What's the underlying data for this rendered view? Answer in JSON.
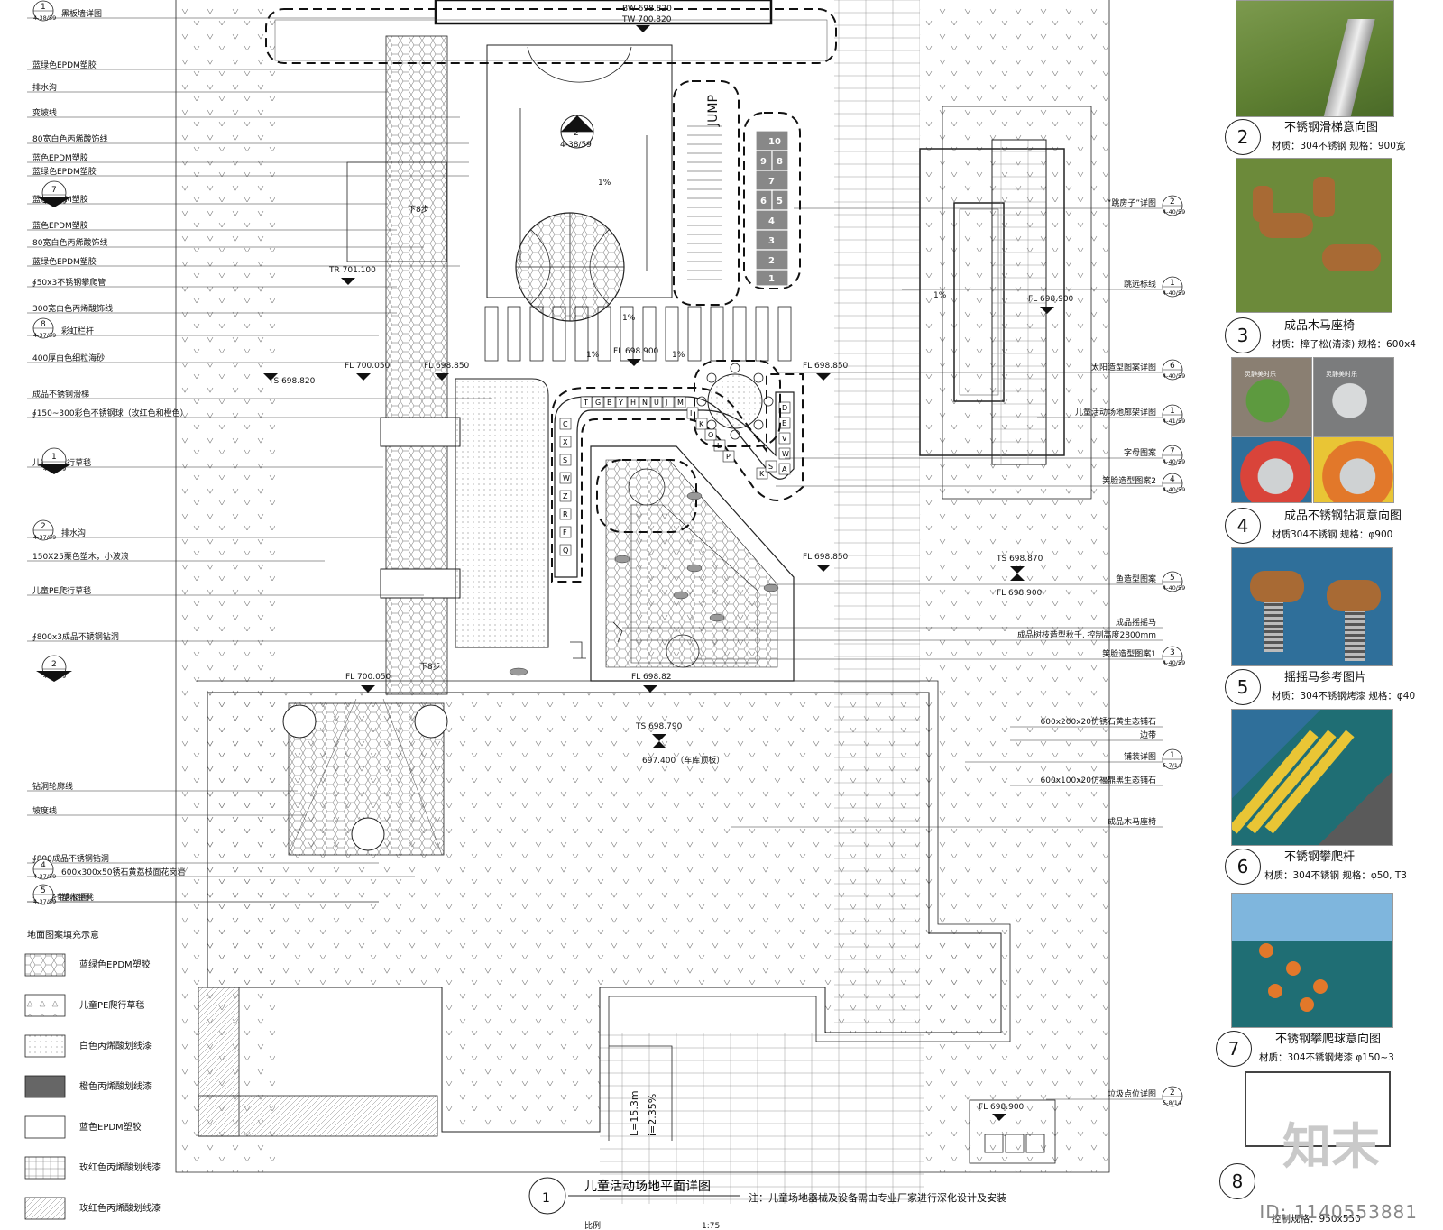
{
  "left_labels": [
    {
      "text": "黑板墙详图",
      "ref": "1",
      "sheet": "4-38/59"
    },
    {
      "text": "蓝绿色EPDM塑胶"
    },
    {
      "text": "排水沟"
    },
    {
      "text": "变坡线"
    },
    {
      "text": "80宽白色丙烯酸饰线"
    },
    {
      "text": "蓝色EPDM塑胶"
    },
    {
      "text": "蓝绿色EPDM塑胶"
    },
    {
      "text": "蓝色EPDM塑胶"
    },
    {
      "text": "蓝色EPDM塑胶"
    },
    {
      "text": "80宽白色丙烯酸饰线"
    },
    {
      "text": "蓝绿色EPDM塑胶"
    },
    {
      "text": "∮50x3不锈钢攀爬管"
    },
    {
      "text": "300宽白色丙烯酸饰线"
    },
    {
      "text": "彩虹栏杆",
      "ref": "8",
      "sheet": "4-37/59"
    },
    {
      "text": "400厚白色细粒海砂"
    },
    {
      "text": "成品不锈钢滑梯"
    },
    {
      "text": "∮150~300彩色不锈钢球（玫红色和橙色）"
    },
    {
      "text": "儿童PE爬行草毯"
    },
    {
      "text": "排水沟",
      "ref": "2",
      "sheet": "4-37/59"
    },
    {
      "text": "150X25栗色塑木，小波浪"
    },
    {
      "text": "儿童PE爬行草毯"
    },
    {
      "text": "∮800x3成品不锈钢钻洞"
    },
    {
      "text": "钻洞轮廓线"
    },
    {
      "text": "坡度线"
    },
    {
      "text": "∮800成品不锈钢钻洞"
    },
    {
      "text": "600x300x50锈石黄荔枝面花岗岩",
      "ref": "4",
      "sheet": "4-37/59"
    },
    {
      "text": "铺装条带剖面图"
    },
    {
      "text": "塑木坐凳",
      "ref": "5",
      "sheet": "4-37/59"
    }
  ],
  "left_refs": [
    {
      "num": "7",
      "sheet": "4-37/59"
    },
    {
      "num": "1",
      "sheet": "4-36/59"
    },
    {
      "num": "2",
      "sheet": "4-36/59"
    }
  ],
  "legend": {
    "title": "地面图案填充示意",
    "items": [
      {
        "label": "蓝绿色EPDM塑胶"
      },
      {
        "label": "儿童PE爬行草毯"
      },
      {
        "label": "白色丙烯酸划线漆"
      },
      {
        "label": "橙色丙烯酸划线漆"
      },
      {
        "label": "蓝色EPDM塑胶"
      },
      {
        "label": "玫红色丙烯酸划线漆"
      },
      {
        "label": "玫红色丙烯酸划线漆"
      }
    ]
  },
  "right_labels": [
    {
      "text": "“跳房子”详图",
      "ref": "2",
      "sheet": "4-40/59"
    },
    {
      "text": "跳远标线",
      "ref": "1",
      "sheet": "4-40/59"
    },
    {
      "text": "太阳造型图案详图",
      "ref": "6",
      "sheet": "4-40/59"
    },
    {
      "text": "儿童活动场地廊架详图",
      "ref": "1",
      "sheet": "4-41/59"
    },
    {
      "text": "字母图案",
      "ref": "7",
      "sheet": "4-40/59"
    },
    {
      "text": "笑脸造型图案2",
      "ref": "4",
      "sheet": "4-40/59"
    },
    {
      "text": "鱼造型图案",
      "ref": "5",
      "sheet": "4-40/59"
    },
    {
      "text": "成品摇摇马"
    },
    {
      "text": "成品树枝造型秋千, 控制高度2800mm"
    },
    {
      "text": "笑脸造型图案1",
      "ref": "3",
      "sheet": "4-40/59"
    },
    {
      "text": "600x200x20仿锈石黄生态铺石"
    },
    {
      "text": "边带"
    },
    {
      "text": "铺装详图",
      "ref": "1",
      "sheet": "5-7/14"
    },
    {
      "text": "600x100x20仿福鼎黑生态铺石"
    },
    {
      "text": "成品木马座椅"
    },
    {
      "text": "垃圾点位详图",
      "ref": "2",
      "sheet": "5-8/14"
    }
  ],
  "elevations": {
    "bw": "BW 698.820",
    "tw": "TW 700.820",
    "tr": "TR 701.100",
    "ts1": "TS 698.820",
    "fl1": "FL 700.050",
    "fl2": "FL 698.850",
    "fl3": "FL 698.900",
    "fl4": "FL 698.850",
    "fl5": "FL 698.900",
    "fl6": "FL 698.850",
    "ts2": "TS 698.870",
    "fl7": "FL 698.900",
    "fl8": "FL 700.050",
    "fl9": "FL 698.82",
    "ts3": "TS 698.790",
    "roof": "697.400（车库顶板）",
    "fl10": "FL 698.900"
  },
  "plan_text": {
    "jump": "JUMP",
    "down8a": "下8步",
    "down8b": "下8步",
    "slope1": "1%",
    "slope2": "1%",
    "slope3": "1%",
    "slope4": "1%",
    "slope5": "1%",
    "ramp_l": "L=15.3m",
    "ramp_i": "i=2.35%",
    "ref_2": "2",
    "ref_2_sheet": "4-38/59",
    "letters": [
      "T",
      "G",
      "B",
      "Y",
      "H",
      "N",
      "U",
      "J",
      "M",
      "I",
      "K",
      "O",
      "L",
      "P",
      "K",
      "S",
      "A",
      "W",
      "V",
      "E",
      "D",
      "C",
      "X",
      "S",
      "W",
      "Z",
      "R",
      "F",
      "Q"
    ],
    "hops": [
      "10",
      "9",
      "8",
      "7",
      "6",
      "5",
      "4",
      "3",
      "2",
      "1"
    ]
  },
  "title_block": {
    "num": "1",
    "title": "儿童活动场地平面详图",
    "scale_label": "比例",
    "scale": "1:75",
    "note": "注：儿童场地器械及设备需由专业厂家进行深化设计及安装"
  },
  "gallery": [
    {
      "num": "2",
      "caption": "不锈钢滑梯意向图",
      "spec": "材质：304不锈钢   规格：900宽"
    },
    {
      "num": "3",
      "caption": "成品木马座椅",
      "spec": "材质：樟子松(清漆)   规格：600x4"
    },
    {
      "num": "4",
      "caption": "成品不锈钢钻洞意向图",
      "spec": "材质304不锈钢   规格：φ900"
    },
    {
      "num": "5",
      "caption": "摇摇马参考图片",
      "spec": "材质：304不锈钢烤漆   规格：φ40"
    },
    {
      "num": "6",
      "caption": "不锈钢攀爬杆",
      "spec": "材质：304不锈钢   规格：φ50, T3"
    },
    {
      "num": "7",
      "caption": "不锈钢攀爬球意向图",
      "spec": "材质：304不锈钢烤漆   φ150~3"
    },
    {
      "num": "8",
      "caption": "",
      "spec": "控制规格：950x550"
    }
  ],
  "photo_text": {
    "p4a": "灵静美时乐",
    "p4b": "灵静美时乐"
  },
  "watermark": {
    "id": "ID: 1140553881",
    "logo": "知末"
  },
  "colors": {
    "grass": "#6c8a3a",
    "steel": "#c9cccc",
    "wood": "#a86a34",
    "blue": "#2f6f9a",
    "orange": "#e2782a",
    "rubber": "#d9443a",
    "teal": "#1f6e74",
    "yellow": "#e9c535"
  }
}
